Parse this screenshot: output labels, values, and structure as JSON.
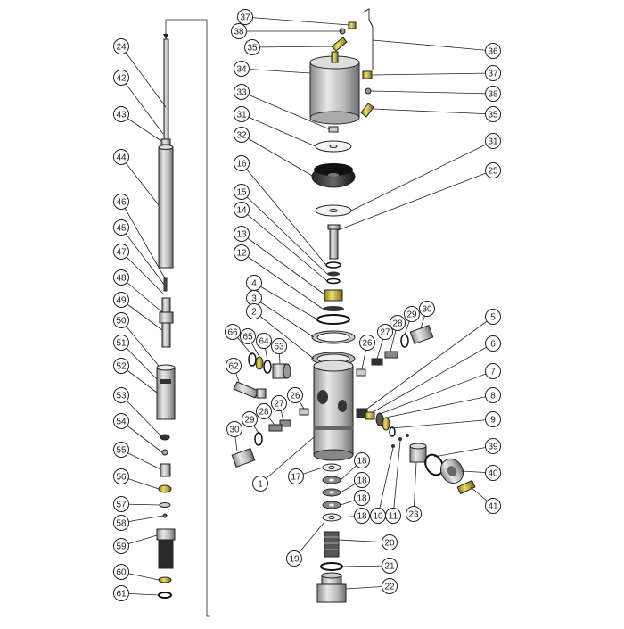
{
  "diagram": {
    "title": "",
    "callouts": [
      {
        "id": "c37a",
        "label": "37"
      },
      {
        "id": "c38a",
        "label": "38"
      },
      {
        "id": "c35a",
        "label": "35"
      },
      {
        "id": "c36",
        "label": "36"
      },
      {
        "id": "c34",
        "label": "34"
      },
      {
        "id": "c37b",
        "label": "37"
      },
      {
        "id": "c38b",
        "label": "38"
      },
      {
        "id": "c35b",
        "label": "35"
      },
      {
        "id": "c33",
        "label": "33"
      },
      {
        "id": "c31a",
        "label": "31"
      },
      {
        "id": "c32",
        "label": "32"
      },
      {
        "id": "c31b",
        "label": "31"
      },
      {
        "id": "c25",
        "label": "25"
      },
      {
        "id": "c16",
        "label": "16"
      },
      {
        "id": "c15",
        "label": "15"
      },
      {
        "id": "c14",
        "label": "14"
      },
      {
        "id": "c13",
        "label": "13"
      },
      {
        "id": "c12",
        "label": "12"
      },
      {
        "id": "c4",
        "label": "4"
      },
      {
        "id": "c3",
        "label": "3"
      },
      {
        "id": "c2",
        "label": "2"
      },
      {
        "id": "c66",
        "label": "66"
      },
      {
        "id": "c65",
        "label": "65"
      },
      {
        "id": "c64",
        "label": "64"
      },
      {
        "id": "c63",
        "label": "63"
      },
      {
        "id": "c62",
        "label": "62"
      },
      {
        "id": "c26a",
        "label": "26"
      },
      {
        "id": "c27a",
        "label": "27"
      },
      {
        "id": "c28a",
        "label": "28"
      },
      {
        "id": "c29a",
        "label": "29"
      },
      {
        "id": "c30a",
        "label": "30"
      },
      {
        "id": "c5",
        "label": "5"
      },
      {
        "id": "c6",
        "label": "6"
      },
      {
        "id": "c7",
        "label": "7"
      },
      {
        "id": "c8",
        "label": "8"
      },
      {
        "id": "c9",
        "label": "9"
      },
      {
        "id": "c26b",
        "label": "26"
      },
      {
        "id": "c27b",
        "label": "27"
      },
      {
        "id": "c28b",
        "label": "28"
      },
      {
        "id": "c29b",
        "label": "29"
      },
      {
        "id": "c30b",
        "label": "30"
      },
      {
        "id": "c1",
        "label": "1"
      },
      {
        "id": "c39",
        "label": "39"
      },
      {
        "id": "c40",
        "label": "40"
      },
      {
        "id": "c41",
        "label": "41"
      },
      {
        "id": "c17",
        "label": "17"
      },
      {
        "id": "c18a",
        "label": "18"
      },
      {
        "id": "c18b",
        "label": "18"
      },
      {
        "id": "c18c",
        "label": "18"
      },
      {
        "id": "c18d",
        "label": "18"
      },
      {
        "id": "c19",
        "label": "19"
      },
      {
        "id": "c20",
        "label": "20"
      },
      {
        "id": "c21",
        "label": "21"
      },
      {
        "id": "c22",
        "label": "22"
      },
      {
        "id": "c10",
        "label": "10"
      },
      {
        "id": "c11",
        "label": "11"
      },
      {
        "id": "c23",
        "label": "23"
      },
      {
        "id": "c24",
        "label": "24"
      },
      {
        "id": "c42",
        "label": "42"
      },
      {
        "id": "c43",
        "label": "43"
      },
      {
        "id": "c44",
        "label": "44"
      },
      {
        "id": "c46",
        "label": "46"
      },
      {
        "id": "c45",
        "label": "45"
      },
      {
        "id": "c47",
        "label": "47"
      },
      {
        "id": "c48",
        "label": "48"
      },
      {
        "id": "c49",
        "label": "49"
      },
      {
        "id": "c50",
        "label": "50"
      },
      {
        "id": "c51",
        "label": "51"
      },
      {
        "id": "c52",
        "label": "52"
      },
      {
        "id": "c53",
        "label": "53"
      },
      {
        "id": "c54",
        "label": "54"
      },
      {
        "id": "c55",
        "label": "55"
      },
      {
        "id": "c56",
        "label": "56"
      },
      {
        "id": "c57",
        "label": "57"
      },
      {
        "id": "c58",
        "label": "58"
      },
      {
        "id": "c59",
        "label": "59"
      },
      {
        "id": "c60",
        "label": "60"
      },
      {
        "id": "c61",
        "label": "61"
      }
    ]
  }
}
